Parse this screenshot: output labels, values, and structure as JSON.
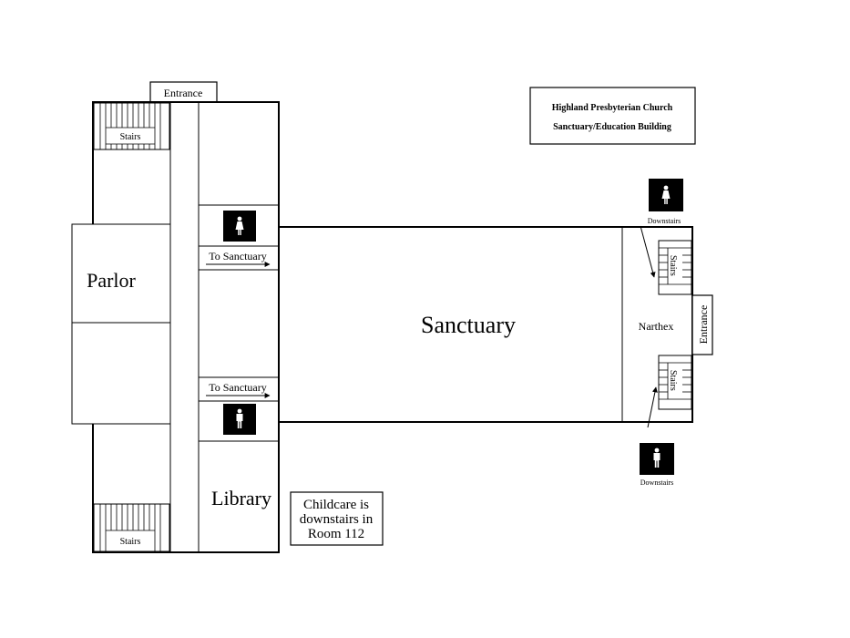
{
  "title": {
    "line1": "Highland Presbyterian Church",
    "line2": "Sanctuary/Education Building"
  },
  "rooms": {
    "parlor": "Parlor",
    "sanctuary": "Sanctuary",
    "narthex": "Narthex",
    "library": "Library"
  },
  "labels": {
    "entrance_top": "Entrance",
    "entrance_right": "Entrance",
    "stairs_top_left": "Stairs",
    "stairs_bottom_left": "Stairs",
    "stairs_right_upper": "Stairs",
    "stairs_right_lower": "Stairs",
    "to_sanctuary_upper": "To Sanctuary",
    "to_sanctuary_lower": "To Sanctuary",
    "downstairs_upper": "Downstairs",
    "downstairs_lower": "Downstairs"
  },
  "note": {
    "line1": "Childcare is",
    "line2": "downstairs in",
    "line3": "Room 112"
  },
  "icons": {
    "restroom_women": "restroom-women-icon",
    "restroom_men": "restroom-men-icon"
  }
}
